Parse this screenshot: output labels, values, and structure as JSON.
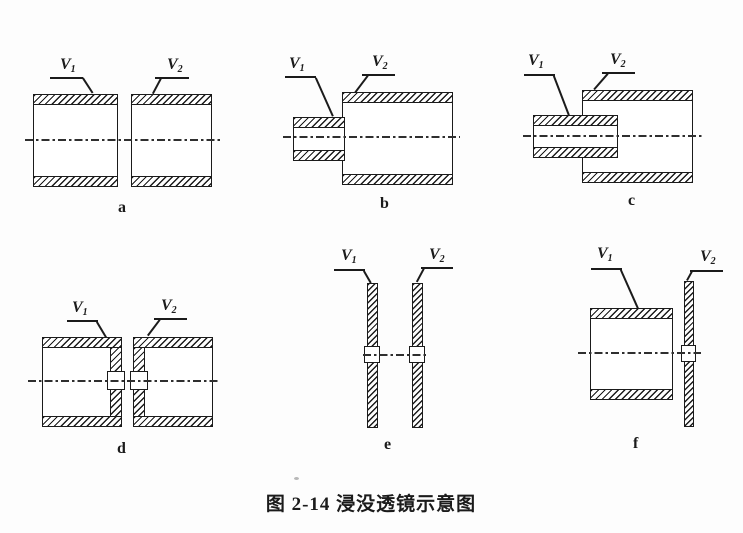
{
  "colors": {
    "ink": "#1b1b1b",
    "paper": "#fdfdfd",
    "axis": "#2f2f2f"
  },
  "caption": {
    "text": "图 2-14  浸没透镜示意图"
  },
  "panels": {
    "a": {
      "letter": "a",
      "v1": "V",
      "v1_sub": "1",
      "v2": "V",
      "v2_sub": "2"
    },
    "b": {
      "letter": "b",
      "v1": "V",
      "v1_sub": "1",
      "v2": "V",
      "v2_sub": "2"
    },
    "c": {
      "letter": "c",
      "v1": "V",
      "v1_sub": "1",
      "v2": "V",
      "v2_sub": "2"
    },
    "d": {
      "letter": "d",
      "v1": "V",
      "v1_sub": "1",
      "v2": "V",
      "v2_sub": "2"
    },
    "e": {
      "letter": "e",
      "v1": "V",
      "v1_sub": "1",
      "v2": "V",
      "v2_sub": "2"
    },
    "f": {
      "letter": "f",
      "v1": "V",
      "v1_sub": "1",
      "v2": "V",
      "v2_sub": "2"
    }
  }
}
